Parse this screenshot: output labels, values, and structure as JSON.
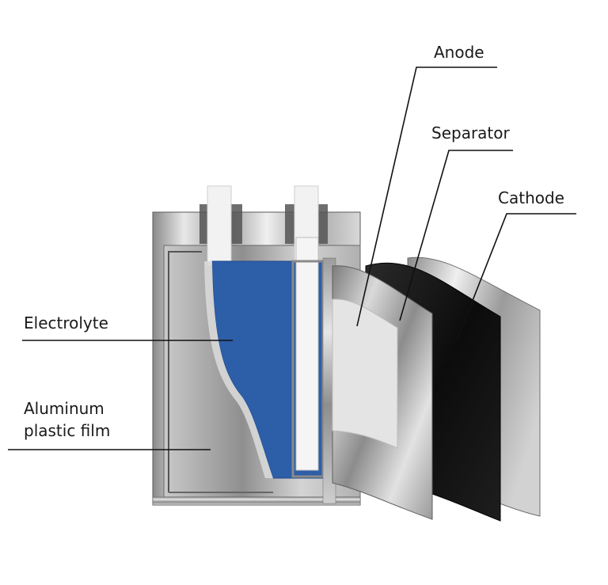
{
  "diagram": {
    "labels": {
      "anode": "Anode",
      "separator": "Separator",
      "cathode": "Cathode",
      "electrolyte": "Electrolyte",
      "film_line1": "Aluminum",
      "film_line2": "plastic film"
    },
    "colors": {
      "electrolyte": "#2d5ea8",
      "separator": "#151515",
      "metal_light": "#e6e6e6",
      "metal_dark": "#7a7a7a",
      "anode_face": "#e2e2e2"
    }
  }
}
